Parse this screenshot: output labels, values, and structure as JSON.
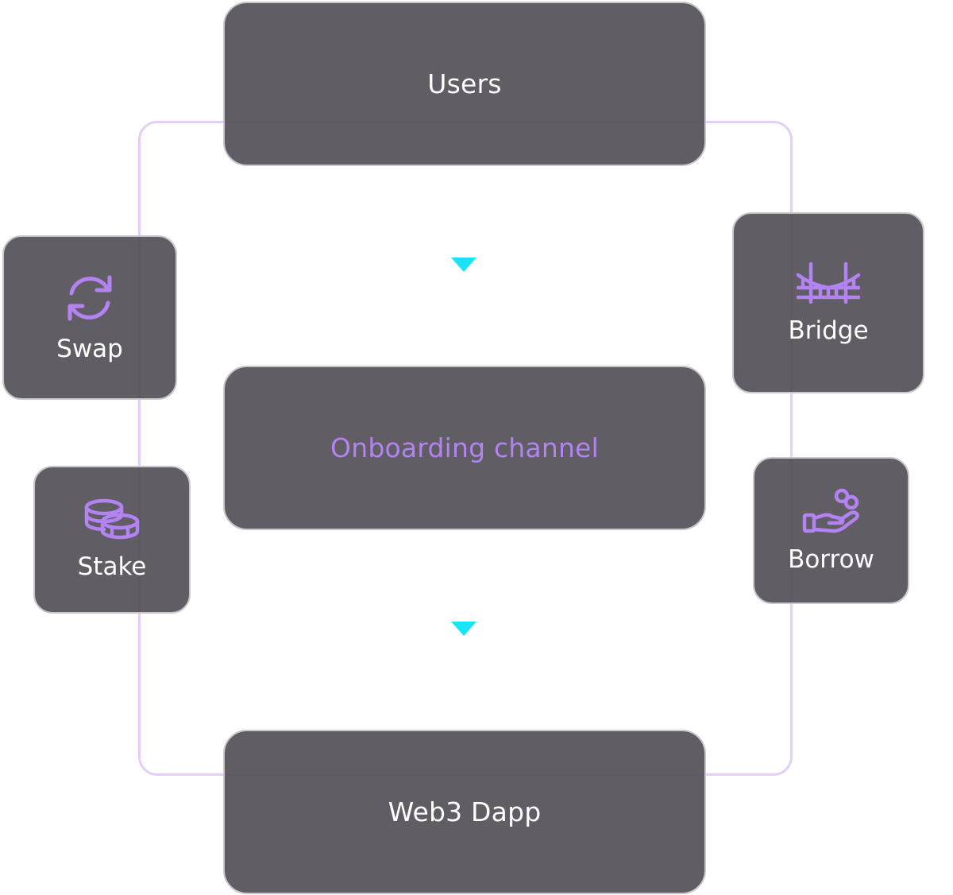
{
  "diagram": {
    "nodes": {
      "users": "Users",
      "onboarding": "Onboarding channel",
      "dapp": "Web3 Dapp"
    },
    "actions": {
      "swap": {
        "label": "Swap",
        "icon": "swap-arrows-icon"
      },
      "stake": {
        "label": "Stake",
        "icon": "coins-stack-icon"
      },
      "bridge": {
        "label": "Bridge",
        "icon": "bridge-icon"
      },
      "borrow": {
        "label": "Borrow",
        "icon": "hand-coins-icon"
      }
    },
    "colors": {
      "card_fill": "#524f58",
      "accent": "#b383f2",
      "arrow": "#19e3f5",
      "frame": "#e2d0f8"
    }
  }
}
